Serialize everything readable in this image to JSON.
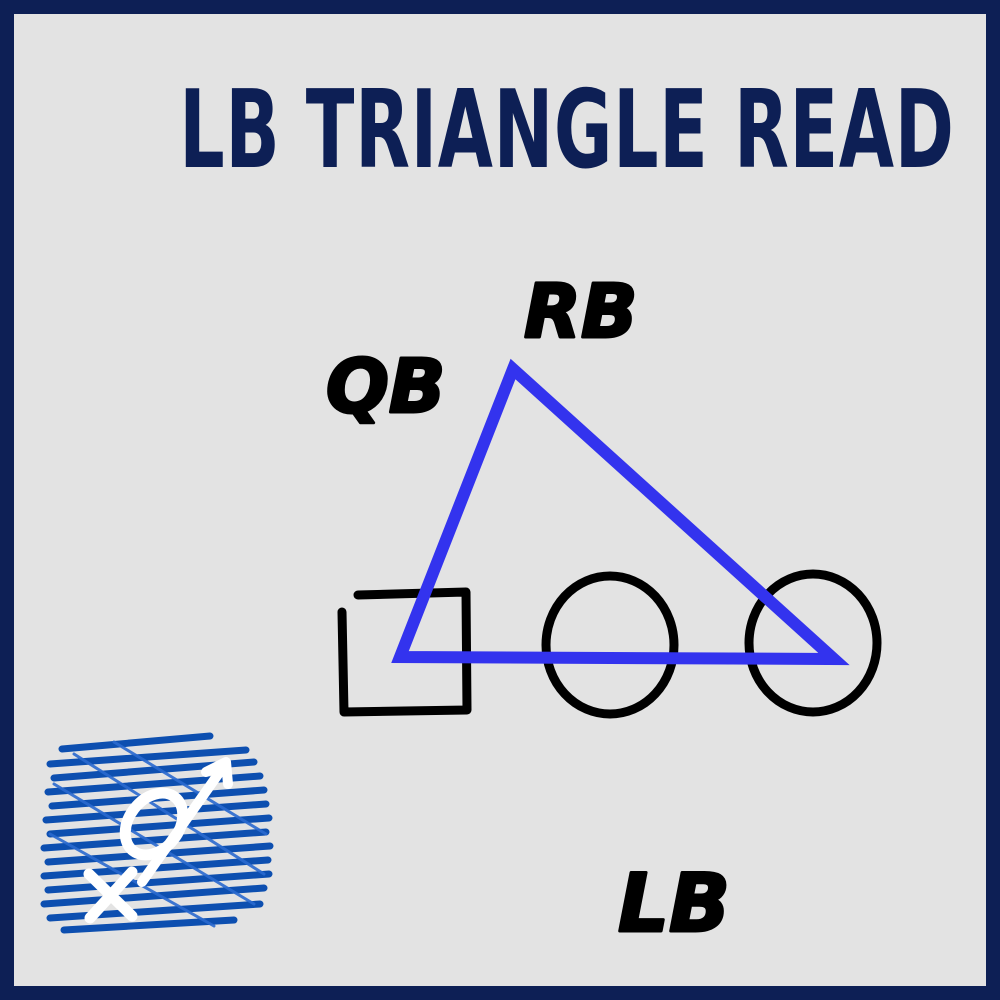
{
  "title": "LB TRIANGLE READ",
  "labels": {
    "qb": "QB",
    "rb": "RB",
    "lb": "LB"
  },
  "logo": {
    "name": "xo-arrow-logo",
    "text": "XO"
  },
  "colors": {
    "border": "#0d1f55",
    "background": "#e3e3e3",
    "title": "#0d1f55",
    "triangle": "#3333ee",
    "player_symbols": "#000000",
    "logo_scribble": "#0d4fb0",
    "logo_marks": "#ffffff"
  }
}
